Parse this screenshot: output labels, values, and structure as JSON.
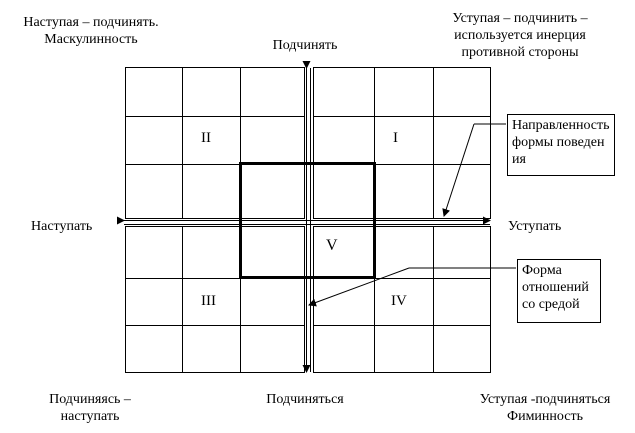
{
  "corners": {
    "top_left": [
      "Наступая – подчинять.",
      "Маскулинность"
    ],
    "top_right": [
      "Уступая – подчинить –",
      "используется инерция",
      "противной стороны"
    ],
    "bottom_left": [
      "Подчиняясь –",
      "наступать"
    ],
    "bottom_right": [
      "Уступая -подчиняться",
      "Фиминность"
    ]
  },
  "axes": {
    "top": "Подчинять",
    "bottom": "Подчиняться",
    "left": "Наступать",
    "right": "Уступать"
  },
  "quadrants": {
    "q1": "I",
    "q2": "II",
    "q3": "III",
    "q4": "IV",
    "q5": "V"
  },
  "callouts": {
    "direction": "Направленность формы поведения",
    "relation": "Форма отношений со средой"
  },
  "colors": {
    "line": "#000000",
    "background": "#ffffff"
  }
}
